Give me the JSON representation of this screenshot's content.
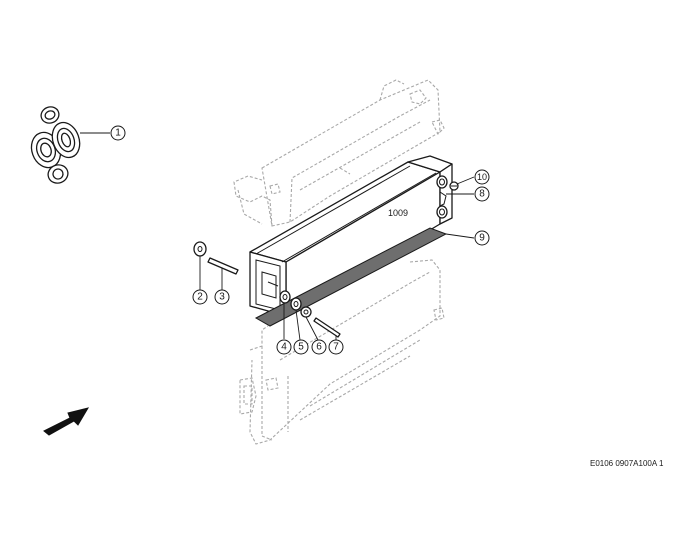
{
  "diagram": {
    "reference_code": "1009",
    "footer_code": "E0106 0907A100A 1",
    "callouts": [
      {
        "id": "1",
        "label": "1"
      },
      {
        "id": "2",
        "label": "2"
      },
      {
        "id": "3",
        "label": "3"
      },
      {
        "id": "4",
        "label": "4"
      },
      {
        "id": "5",
        "label": "5"
      },
      {
        "id": "6",
        "label": "6"
      },
      {
        "id": "7",
        "label": "7"
      },
      {
        "id": "8",
        "label": "8"
      },
      {
        "id": "9",
        "label": "9"
      },
      {
        "id": "10",
        "label": "10"
      }
    ],
    "colors": {
      "line": "#1a1a1a",
      "ghost": "#a8a8a8",
      "gasket": "#6e6e6e",
      "background": "#ffffff"
    }
  }
}
